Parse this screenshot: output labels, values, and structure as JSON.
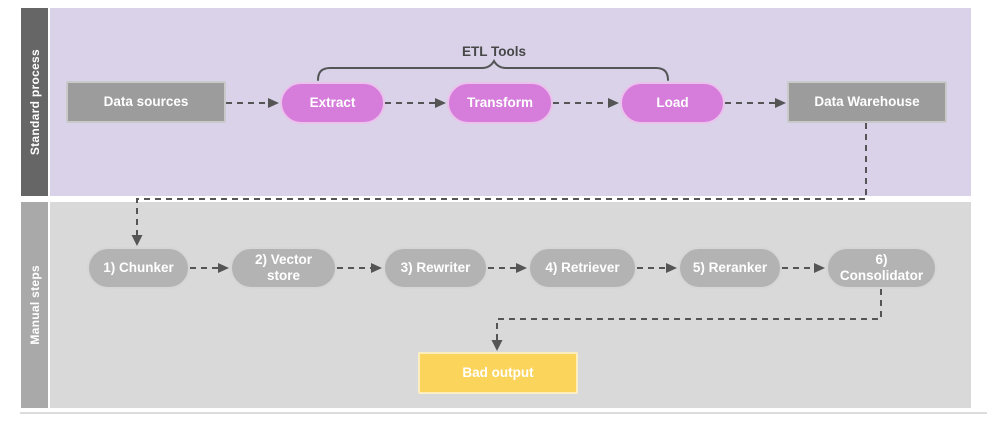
{
  "diagram": {
    "type": "swimlane-flowchart",
    "annotation": {
      "label": "ETL Tools"
    },
    "lanes": [
      {
        "label": "Standard process",
        "nodes": [
          {
            "label": "Data sources",
            "shape": "rectangle",
            "color_role": "gray"
          },
          {
            "label": "Extract",
            "shape": "pill",
            "color_role": "pink"
          },
          {
            "label": "Transform",
            "shape": "pill",
            "color_role": "pink"
          },
          {
            "label": "Load",
            "shape": "pill",
            "color_role": "pink"
          },
          {
            "label": "Data Warehouse",
            "shape": "rectangle",
            "color_role": "gray"
          }
        ]
      },
      {
        "label": "Manual steps",
        "nodes": [
          {
            "label": "1) Chunker",
            "shape": "pill",
            "color_role": "gray"
          },
          {
            "label": "2) Vector store",
            "shape": "pill",
            "color_role": "gray"
          },
          {
            "label": "3) Rewriter",
            "shape": "pill",
            "color_role": "gray"
          },
          {
            "label": "4) Retriever",
            "shape": "pill",
            "color_role": "gray"
          },
          {
            "label": "5) Reranker",
            "shape": "pill",
            "color_role": "gray"
          },
          {
            "label": "6) Consolidator",
            "shape": "pill",
            "color_role": "gray"
          },
          {
            "label": "Bad output",
            "shape": "rectangle",
            "color_role": "yellow"
          }
        ]
      }
    ],
    "connections": [
      {
        "from": "Data sources",
        "to": "Extract",
        "style": "dashed-arrow"
      },
      {
        "from": "Extract",
        "to": "Transform",
        "style": "dashed-arrow"
      },
      {
        "from": "Transform",
        "to": "Load",
        "style": "dashed-arrow"
      },
      {
        "from": "Load",
        "to": "Data Warehouse",
        "style": "dashed-arrow"
      },
      {
        "from": "Data Warehouse",
        "to": "1) Chunker",
        "style": "dashed-arrow-elbow"
      },
      {
        "from": "1) Chunker",
        "to": "2) Vector store",
        "style": "dashed-arrow"
      },
      {
        "from": "2) Vector store",
        "to": "3) Rewriter",
        "style": "dashed-arrow"
      },
      {
        "from": "3) Rewriter",
        "to": "4) Retriever",
        "style": "dashed-arrow"
      },
      {
        "from": "4) Retriever",
        "to": "5) Reranker",
        "style": "dashed-arrow"
      },
      {
        "from": "5) Reranker",
        "to": "6) Consolidator",
        "style": "dashed-arrow"
      },
      {
        "from": "6) Consolidator",
        "to": "Bad output",
        "style": "dashed-arrow-elbow"
      }
    ]
  },
  "colors": {
    "lane_standard_bg": "#d9d2e9",
    "lane_standard_label_bg": "#666666",
    "lane_manual_bg": "#d9d9d9",
    "lane_manual_label_bg": "#a9a9a9",
    "node_gray_fill": "#9c9c9c",
    "pill_pink_fill": "#d67ddb",
    "pill_gray_fill": "#b3b3b3",
    "warning_yellow_fill": "#fbd45c",
    "connector": "#555555",
    "node_text": "#ffffff",
    "annotation_text": "#474747"
  }
}
